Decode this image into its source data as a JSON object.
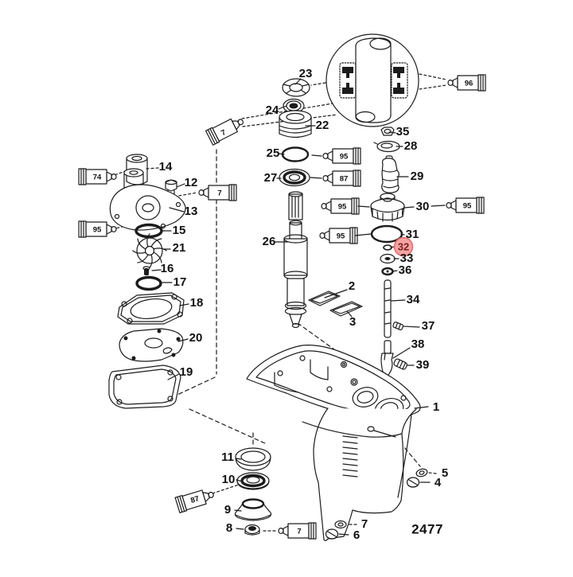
{
  "figure_number": "2477",
  "highlight": {
    "selected_callout": "32",
    "fill": "#F5A3A3",
    "stroke": "#E06A6A",
    "text_color": "#7A1F1F"
  },
  "line_color": "#1c1c1c",
  "callouts": {
    "1": "1",
    "2": "2",
    "3": "3",
    "4": "4",
    "5": "5",
    "6": "6",
    "7": "7",
    "8": "8",
    "9": "9",
    "10": "10",
    "11": "11",
    "12": "12",
    "13": "13",
    "14": "14",
    "15": "15",
    "16": "16",
    "17": "17",
    "18": "18",
    "19": "19",
    "20": "20",
    "21": "21",
    "22": "22",
    "23": "23",
    "24": "24",
    "25": "25",
    "26": "26",
    "27": "27",
    "28": "28",
    "29": "29",
    "30": "30",
    "31": "31",
    "32": "32",
    "33": "33",
    "34": "34",
    "35": "35",
    "36": "36",
    "37": "37",
    "38": "38",
    "39": "39"
  },
  "tubes": {
    "t96": "96",
    "t74": "74",
    "t7_diag": "7",
    "t7_top": "7",
    "t95_left": "95",
    "t95_25": "95",
    "t87_27": "87",
    "t95_30_left": "95",
    "t95_30_right": "95",
    "t95_31": "95",
    "t87_bottom": "87",
    "t7_bottom": "7"
  }
}
